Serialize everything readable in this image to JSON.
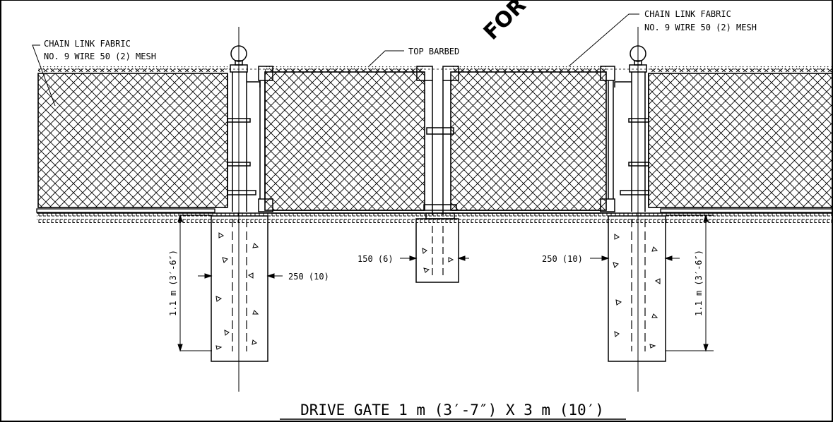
{
  "title": "DRIVE GATE 1 m (3′-7″) X 3 m (10′)",
  "watermark": "FOR",
  "labels": {
    "fabric_left_line1": "CHAIN LINK FABRIC",
    "fabric_left_line2": "NO. 9 WIRE 50 (2) MESH",
    "fabric_right_line1": "CHAIN LINK FABRIC",
    "fabric_right_line2": "NO. 9 WIRE 50 (2) MESH",
    "top_barbed": "TOP BARBED",
    "depth_left": "1.1 m (3′-6″)",
    "depth_right": "1.1 m (3′-6″)",
    "footing_left": "250 (10)",
    "footing_center": "150 (6)",
    "footing_right": "250 (10)"
  },
  "colors": {
    "ink": "#000000",
    "paper": "#ffffff"
  }
}
